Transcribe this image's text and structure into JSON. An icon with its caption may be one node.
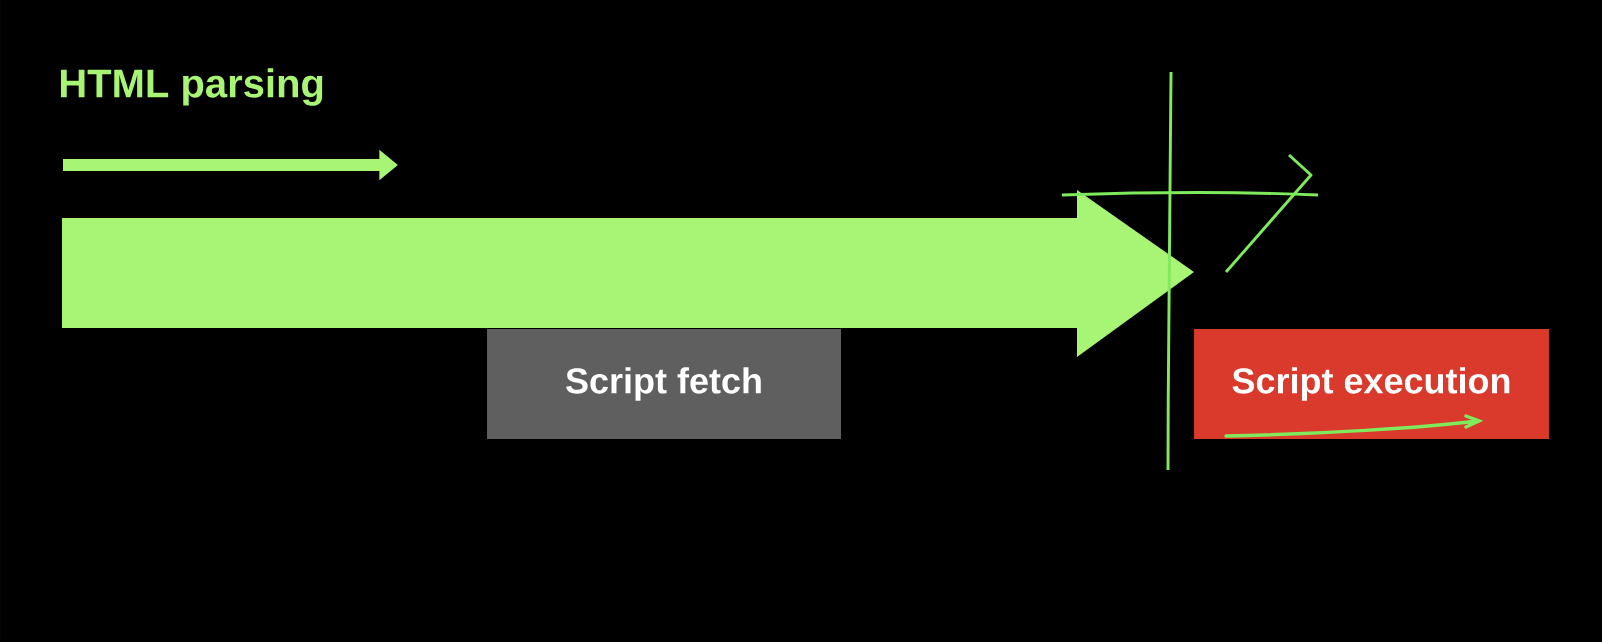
{
  "diagram": {
    "nodes": [
      {
        "text": [
          "Script fetch"
        ]
      },
      {
        "text": [
          "Script execution"
        ]
      }
    ],
    "labels": [
      "HTML parsing"
    ]
  }
}
